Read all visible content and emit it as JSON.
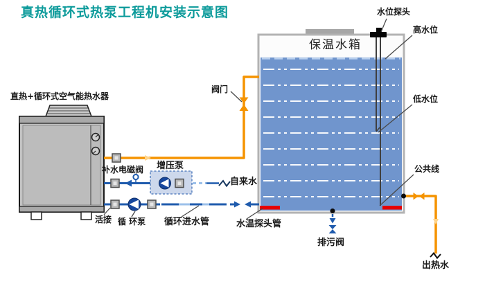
{
  "title": {
    "text": "真热循环式热泵工程机安装示意图"
  },
  "heater": {
    "label": "直热+循环式空气能热水器"
  },
  "tank": {
    "label": "保温水箱"
  },
  "annotations": {
    "water_level_probe": "水位探头",
    "high_water_level": "高水位",
    "low_water_level": "低水位",
    "common_line": "公共线",
    "valve": "阀门",
    "tap_water": "自来水",
    "booster_pump": "增压泵",
    "water_makeup_solenoid_valve": "补水电磁阀",
    "union_joint": "活接",
    "circulation_pump": "循 环泵",
    "circulation_inlet_pipe": "循环进水管",
    "water_temp_probe_tube": "水温探头管",
    "drain_valve": "排污阀",
    "hot_water_outlet": "出热水"
  },
  "colors": {
    "title_teal": "#0d9b9b",
    "hot_pipe_orange": "#f59300",
    "cold_pipe_blue": "#1f5bad",
    "tank_water_blue": "#7095cd",
    "heater_gray": "#c2c2c2",
    "alert_red": "#e60000"
  }
}
